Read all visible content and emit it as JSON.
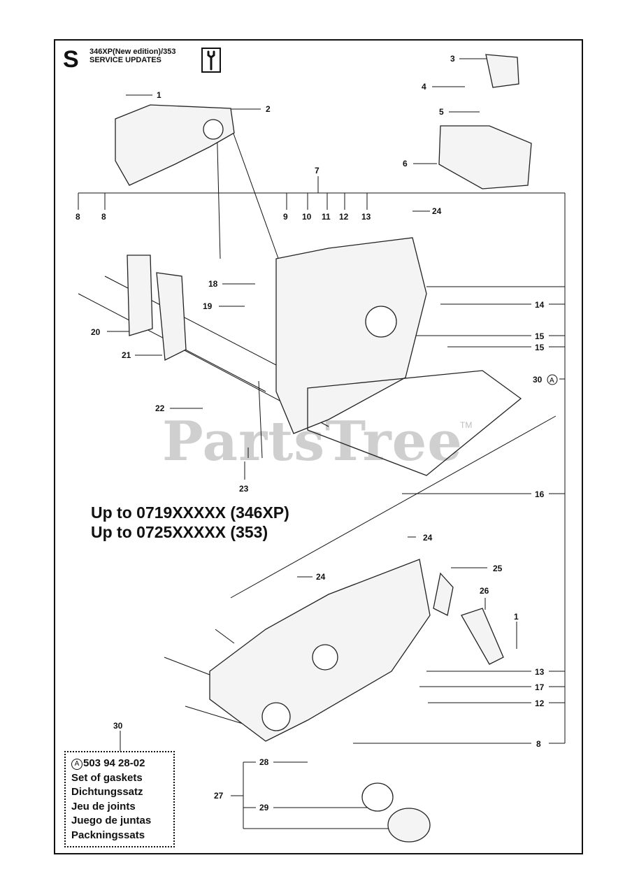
{
  "header": {
    "section_letter": "S",
    "title_line1": "346XP(New edition)/353",
    "title_line2": "SERVICE UPDATES"
  },
  "notes": {
    "line1": "Up to 0719XXXXX (346XP)",
    "line2": "Up to 0725XXXXX (353)"
  },
  "watermark": {
    "text": "PartsTree",
    "tm": "TM"
  },
  "kit": {
    "ref": "30",
    "marker": "A",
    "part_number": "503 94 28-02",
    "descriptions": [
      "Set of gaskets",
      "Dichtungssatz",
      "Jeu de joints",
      "Juego de juntas",
      "Packningssats"
    ]
  },
  "callouts": [
    {
      "id": "1",
      "label": "1"
    },
    {
      "id": "2",
      "label": "2"
    },
    {
      "id": "3",
      "label": "3"
    },
    {
      "id": "4",
      "label": "4"
    },
    {
      "id": "5",
      "label": "5"
    },
    {
      "id": "6",
      "label": "6"
    },
    {
      "id": "7",
      "label": "7"
    },
    {
      "id": "8a",
      "label": "8"
    },
    {
      "id": "8b",
      "label": "8"
    },
    {
      "id": "9",
      "label": "9"
    },
    {
      "id": "10",
      "label": "10"
    },
    {
      "id": "11",
      "label": "11"
    },
    {
      "id": "12a",
      "label": "12"
    },
    {
      "id": "13a",
      "label": "13"
    },
    {
      "id": "24a",
      "label": "24"
    },
    {
      "id": "18",
      "label": "18"
    },
    {
      "id": "19",
      "label": "19"
    },
    {
      "id": "14",
      "label": "14"
    },
    {
      "id": "15a",
      "label": "15"
    },
    {
      "id": "15b",
      "label": "15"
    },
    {
      "id": "30",
      "label": "30"
    },
    {
      "id": "20",
      "label": "20"
    },
    {
      "id": "21",
      "label": "21"
    },
    {
      "id": "22",
      "label": "22"
    },
    {
      "id": "23",
      "label": "23"
    },
    {
      "id": "16",
      "label": "16"
    },
    {
      "id": "24b",
      "label": "24"
    },
    {
      "id": "24c",
      "label": "24"
    },
    {
      "id": "25",
      "label": "25"
    },
    {
      "id": "26",
      "label": "26"
    },
    {
      "id": "1b",
      "label": "1"
    },
    {
      "id": "13b",
      "label": "13"
    },
    {
      "id": "17",
      "label": "17"
    },
    {
      "id": "12b",
      "label": "12"
    },
    {
      "id": "8c",
      "label": "8"
    },
    {
      "id": "28",
      "label": "28"
    },
    {
      "id": "27",
      "label": "27"
    },
    {
      "id": "29",
      "label": "29"
    }
  ]
}
